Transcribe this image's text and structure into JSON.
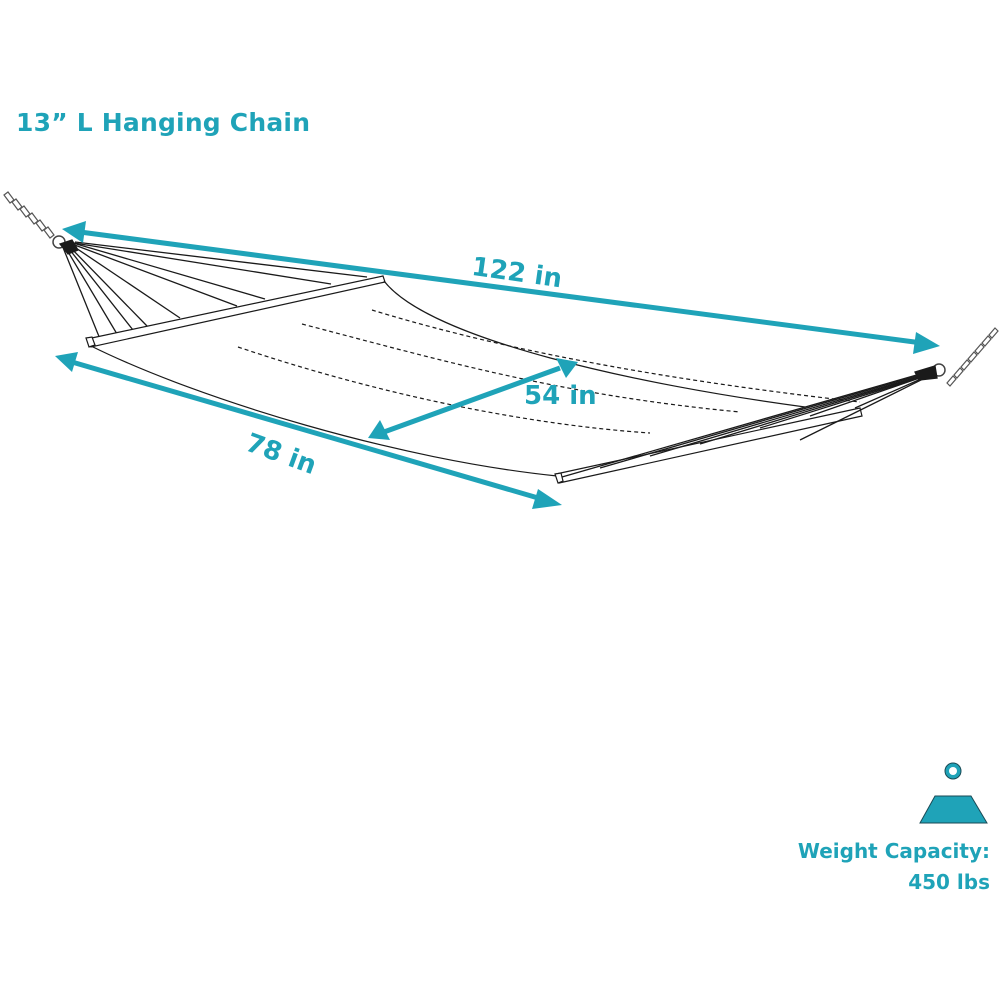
{
  "labels": {
    "chain": "13” L Hanging Chain",
    "overall_length": "122 in",
    "bed_width": "54 in",
    "bed_length": "78 in",
    "capacity_title": "Weight Capacity:",
    "capacity_value": "450 lbs"
  },
  "icons": [
    "chain-icon",
    "ring-icon",
    "spreader-bar-icon",
    "weight-icon",
    "double-arrow-icon"
  ],
  "colors": {
    "accent": "#1fa3b8",
    "line": "#1a1a1a",
    "background": "#ffffff"
  }
}
